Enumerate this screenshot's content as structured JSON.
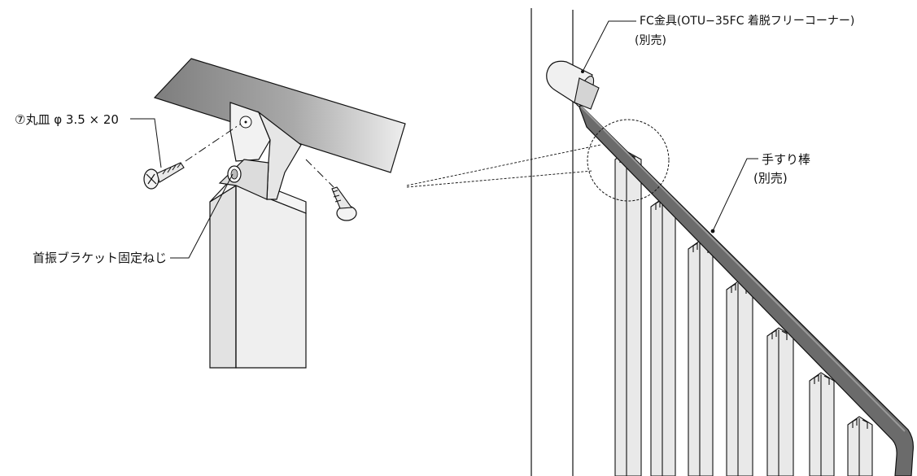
{
  "labels": {
    "screw": "⑦丸皿 φ 3.5 × 20",
    "bracket_screw": "首振ブラケット固定ねじ",
    "fc_fitting": "FC金具(OTU−35FC 着脱フリーコーナー)",
    "fc_fitting_note": "(別売)",
    "rail_bar": "手すり棒",
    "rail_bar_note": "(別売)"
  },
  "colors": {
    "line": "#111111",
    "rail": "#6b6b6b",
    "beam_dark": "#8a8a8a",
    "beam_light": "#e6e6e6",
    "post_face": "#ececec",
    "post_side": "#d9d9d9",
    "baluster": "#e9e9e9"
  }
}
